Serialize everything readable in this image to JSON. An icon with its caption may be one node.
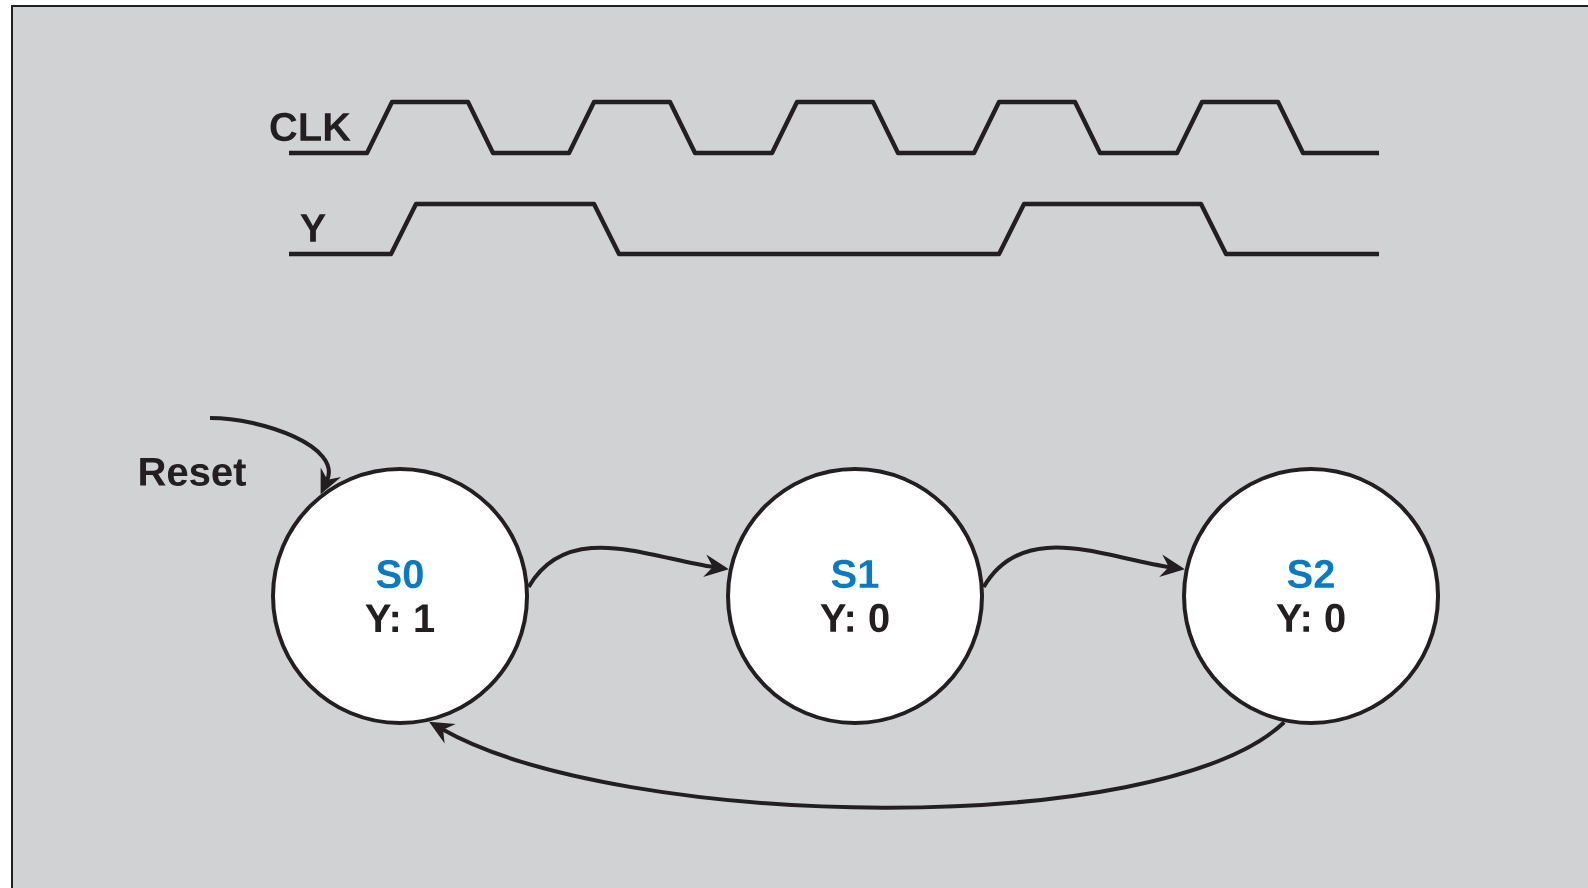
{
  "diagram": {
    "nodes": [
      {
        "text": [
          "S0",
          "Y: 1"
        ]
      },
      {
        "text": [
          "S1",
          "Y: 0"
        ]
      },
      {
        "text": [
          "S2",
          "Y: 0"
        ]
      }
    ],
    "edges": [
      {
        "from": null,
        "to": 0,
        "arrow": "to",
        "label": "Reset"
      },
      {
        "from": 0,
        "to": 1,
        "arrow": "to"
      },
      {
        "from": 1,
        "to": 2,
        "arrow": "to"
      },
      {
        "from": 2,
        "to": 0,
        "arrow": "to"
      }
    ],
    "labels": [
      "CLK",
      "Y"
    ]
  }
}
